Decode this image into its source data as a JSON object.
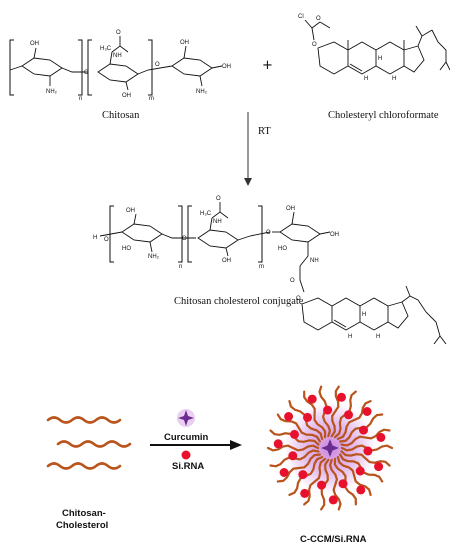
{
  "reactants": {
    "chitosan_label": "Chitosan",
    "cholesteryl_label": "Cholesteryl chloroformate",
    "plus_sign": "+",
    "subscript_n": "n",
    "subscript_m": "m"
  },
  "reaction": {
    "condition": "RT"
  },
  "product": {
    "label": "Chitosan cholesterol conjugate",
    "subscript_n": "n",
    "subscript_m": "m"
  },
  "assembly": {
    "reagent_1": "Curcumin",
    "reagent_2": "Si.RNA",
    "left_label_line1": "Chitosan-",
    "left_label_line2": "Cholesterol",
    "right_label": "C-CCM/Si.RNA"
  },
  "atoms": {
    "oh": "OH",
    "nh2": "NH₂",
    "nh": "NH",
    "o": "O",
    "ho": "HO",
    "h3c": "H₃C",
    "cl": "Cl",
    "h": "H"
  },
  "colors": {
    "polymer_chain": "#b8541c",
    "sirna_bead": "#e8112d",
    "micelle_halo": "#c77ad9",
    "curcumin_star": "#6a2c91",
    "text": "#111111"
  }
}
